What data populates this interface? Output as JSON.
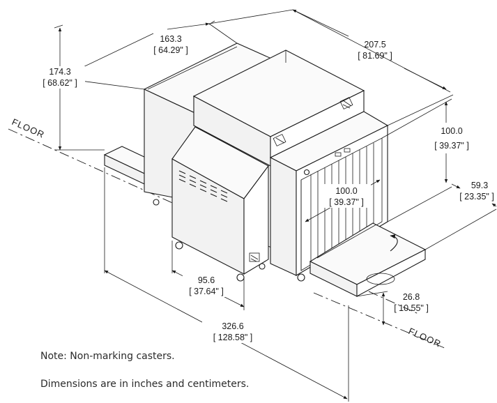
{
  "dimensions": {
    "width_top": {
      "value": "163.3",
      "imperial": "[ 64.29\" ]"
    },
    "length_top": {
      "value": "207.5",
      "imperial": "[ 81.69\" ]"
    },
    "height_overall": {
      "value": "174.3",
      "imperial": "[ 68.62\" ]"
    },
    "tunnel_height": {
      "value": "100.0",
      "imperial": "[ 39.37\" ]"
    },
    "tunnel_width": {
      "value": "100.0",
      "imperial": "[ 39.37\" ]"
    },
    "conveyor_offset": {
      "value": "59.3",
      "imperial": "[ 23.35\" ]"
    },
    "base_depth": {
      "value": "95.6",
      "imperial": "[ 37.64\" ]"
    },
    "conveyor_height": {
      "value": "26.8",
      "imperial": "[ 10.55\" ]"
    },
    "overall_length": {
      "value": "326.6",
      "imperial": "[ 128.58\" ]"
    }
  },
  "floor_labels": {
    "left": "FLOOR",
    "right": "FLOOR"
  },
  "notes": {
    "casters": "Note: Non-marking casters.",
    "units": "Dimensions are in inches and centimeters."
  }
}
